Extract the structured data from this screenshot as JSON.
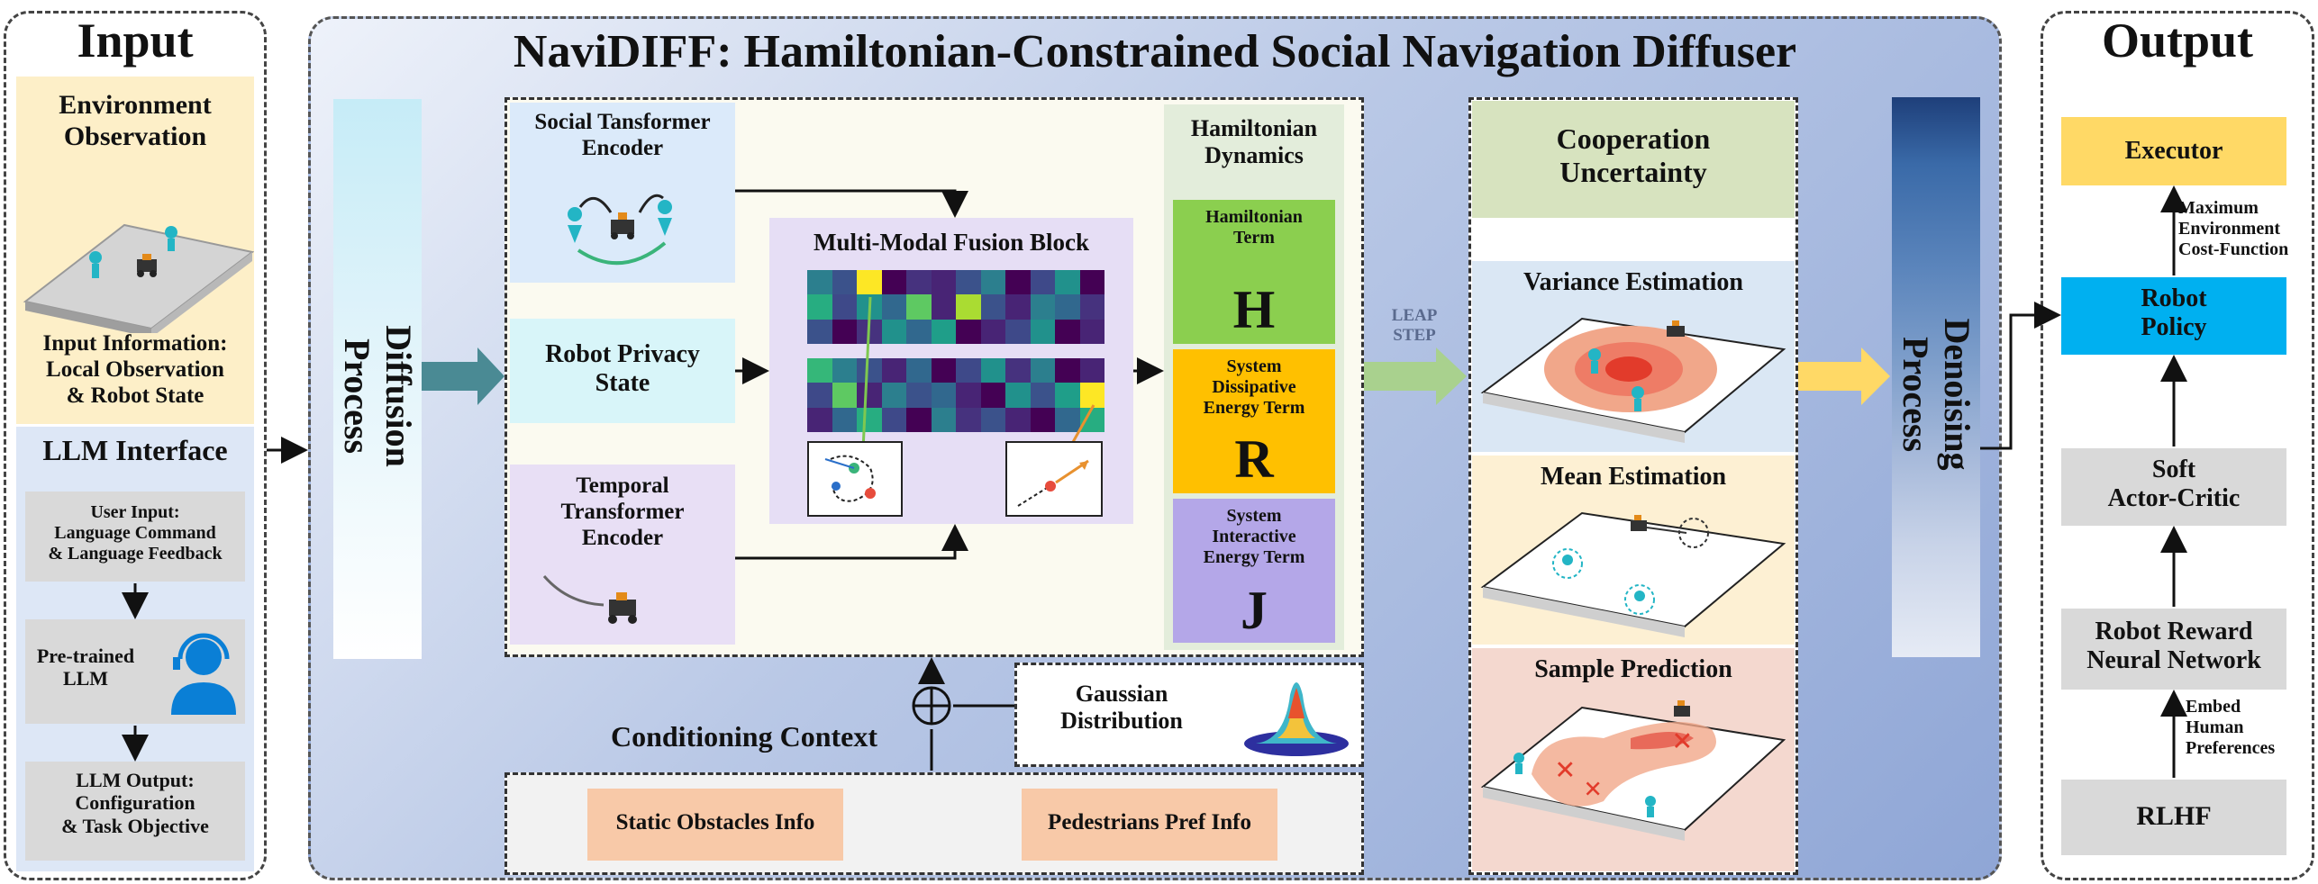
{
  "title": "NaviDIFF: Hamiltonian-Constrained Social Navigation Diffuser",
  "input": {
    "header": "Input",
    "env_observation": "Environment\nObservation",
    "input_info": "Input Information:\nLocal Observation\n& Robot State",
    "llm_interface": "LLM Interface",
    "user_input": "User Input:\nLanguage Command\n& Language Feedback",
    "pretrained_llm": "Pre-trained\nLLM",
    "llm_output": "LLM Output:\nConfiguration\n& Task Objective"
  },
  "main": {
    "diffusion_process": "Diffusion\nProcess",
    "social_transformer": "Social Tansformer\nEncoder",
    "robot_privacy": "Robot Privacy\nState",
    "temporal_transformer": "Temporal\nTransformer\nEncoder",
    "fusion_block": "Multi-Modal Fusion Block",
    "hamiltonian_dynamics": "Hamiltonian\nDynamics",
    "hamiltonian_term": "Hamiltonian\nTerm",
    "h_letter": "H",
    "dissipative_term": "System\nDissipative\nEnergy Term",
    "r_letter": "R",
    "interactive_term": "System\nInteractive\nEnergy Term",
    "j_letter": "J",
    "gaussian": "Gaussian\nDistribution",
    "conditioning_context": "Conditioning Context",
    "static_obstacles": "Static Obstacles Info",
    "pedestrians_pref": "Pedestrians Pref Info",
    "leap_step": "LEAP\nSTEP",
    "cooperation_uncertainty": "Cooperation\nUncertainty",
    "variance_estimation": "Variance Estimation",
    "mean_estimation": "Mean Estimation",
    "sample_prediction": "Sample Prediction",
    "denoising_process": "Denoising\nProcess"
  },
  "output": {
    "header": "Output",
    "executor": "Executor",
    "max_env_cost": "Maximum\nEnvironment\nCost-Function",
    "robot_policy": "Robot\nPolicy",
    "soft_actor_critic": "Soft\nActor-Critic",
    "reward_nn": "Robot Reward\nNeural Network",
    "embed_prefs": "Embed\nHuman\nPreferences",
    "rlhf": "RLHF"
  },
  "colors": {
    "main_bg": "#8fa6d6",
    "social_box": "#dbeafa",
    "privacy_box": "#d8f5f9",
    "temporal_box": "#e8dff5",
    "fusion_box": "#e6def5",
    "h_green": "#8bcf4f",
    "r_gold": "#ffc000",
    "j_purple": "#b4a7e8",
    "coop_header": "#d7e3bf",
    "var_bg": "#dae7f4",
    "mean_bg": "#fdf0d3",
    "sample_bg": "#f4d8cf",
    "obstacle_box": "#f8c9a8",
    "executor": "#ffd966",
    "policy": "#00b0f0",
    "grey_box": "#d9d9d9",
    "env_yellow": "#fdefc8",
    "llm_blue": "#dde7f6"
  }
}
